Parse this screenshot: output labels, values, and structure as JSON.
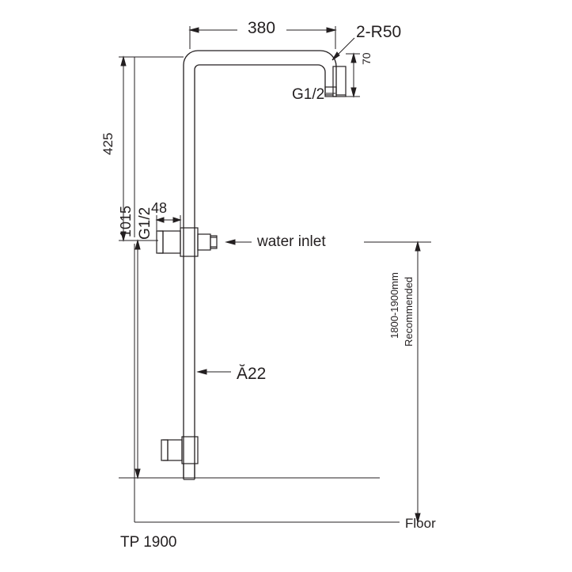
{
  "title": "Shower column technical drawing",
  "model": "TP 1900",
  "dimensions": {
    "top_width": "380",
    "corner_radius": "2-R50",
    "outlet_height": "70",
    "thread_top": "G1/2",
    "upper_height": "425",
    "inlet_height": "1015",
    "inlet_offset": "48",
    "thread_inlet": "G1/2",
    "pipe_diameter": "Ă22"
  },
  "annotations": {
    "water_inlet": "water inlet",
    "recommended_range": "1800-1900mm",
    "recommended_word": "Recommended",
    "floor": "Floor"
  }
}
